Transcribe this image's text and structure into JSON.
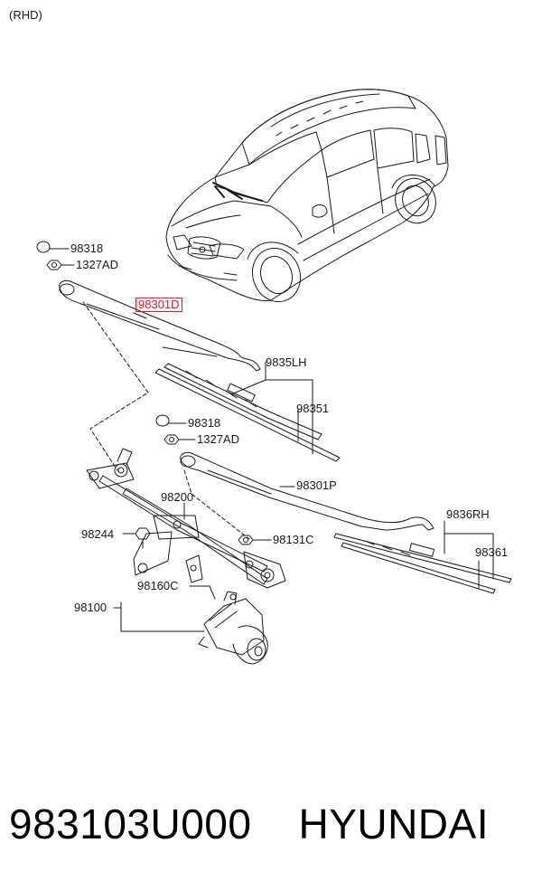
{
  "header": {
    "drive_side": "(RHD)"
  },
  "labels": {
    "cap_top": "98318",
    "nut_top": "1327AD",
    "arm_driver": "98301D",
    "blade_lh": "9835LH",
    "refill_lh": "98351",
    "cap_mid": "98318",
    "nut_mid": "1327AD",
    "arm_passenger": "98301P",
    "linkage": "98200",
    "bolt": "98244",
    "pivot_nut": "98131C",
    "blade_rh": "9836RH",
    "refill_rh": "98361",
    "crank": "98160C",
    "motor": "98100"
  },
  "footer": {
    "part_number": "983103U000",
    "brand": "HYUNDAI"
  },
  "colors": {
    "highlight": "#d0202a",
    "line": "#1a1a1a"
  }
}
